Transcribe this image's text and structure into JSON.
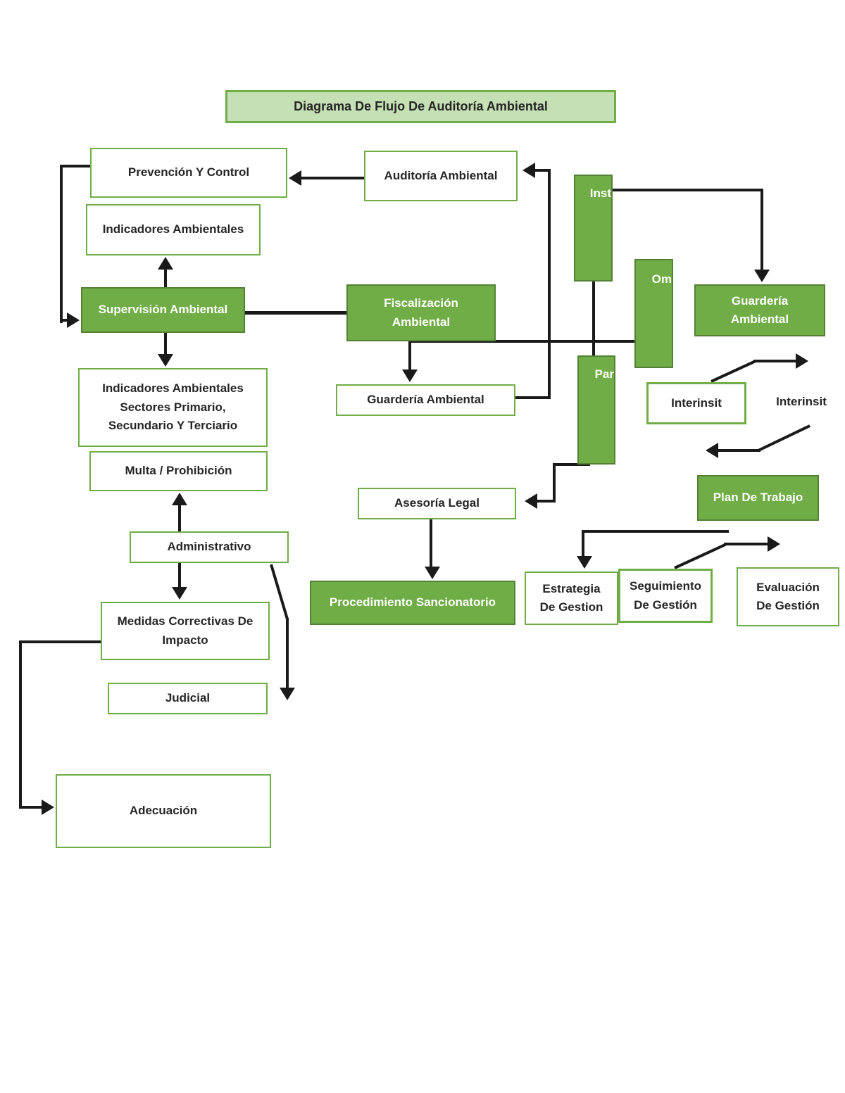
{
  "title": {
    "label": "Diagrama De Flujo De Auditoría Ambiental"
  },
  "nodes": {
    "prevencion_y_control": {
      "label": "Prevención Y Control"
    },
    "auditoria_ambiental": {
      "label": "Auditoría Ambiental"
    },
    "indicadores_ambientales": {
      "label": "Indicadores Ambientales"
    },
    "supervision_ambiental": {
      "label": "Supervisión Ambiental"
    },
    "fiscalizacion_ambiental": {
      "label": "Fiscalización\nAmbiental"
    },
    "guarderia_ambiental_outline": {
      "label": "Guardería Ambiental"
    },
    "institucional": {
      "label": "Inst"
    },
    "om": {
      "label": "Om"
    },
    "par": {
      "label": "Par"
    },
    "guarderia_ambiental_filled": {
      "label": "Guardería\nAmbiental"
    },
    "interinsit_box": {
      "label": "Interinsit"
    },
    "interinsit_text": {
      "label": "Interinsit"
    },
    "sectores": {
      "label": "Indicadores Ambientales\nSectores Primario,\nSecundario Y Terciario"
    },
    "multa_prohibicion": {
      "label": "Multa / Prohibición"
    },
    "administrativo": {
      "label": "Administrativo"
    },
    "medidas_correctivas": {
      "label": "Medidas Correctivas De\nImpacto"
    },
    "judicial": {
      "label": "Judicial"
    },
    "adecuacion": {
      "label": "Adecuación"
    },
    "asesoria_legal": {
      "label": "Asesoría Legal"
    },
    "procedimiento_sancionatorio": {
      "label": "Procedimiento Sancionatorio"
    },
    "plan_de_trabajo": {
      "label": "Plan De Trabajo"
    },
    "estrategia_de_gestion": {
      "label": "Estrategia\nDe Gestion"
    },
    "seguimiento_de_gestion": {
      "label": "Seguimiento\nDe Gestión"
    },
    "evaluacion_de_gestion": {
      "label": "Evaluación\nDe Gestión"
    }
  },
  "colors": {
    "fill_green": "#70AD47",
    "fill_light_green": "#C5E0B4",
    "border_green": "#70AD47",
    "border_dark_green": "#548235",
    "connector_black": "#1a1a1a",
    "text_dark": "#262626",
    "text_white": "#ffffff"
  }
}
